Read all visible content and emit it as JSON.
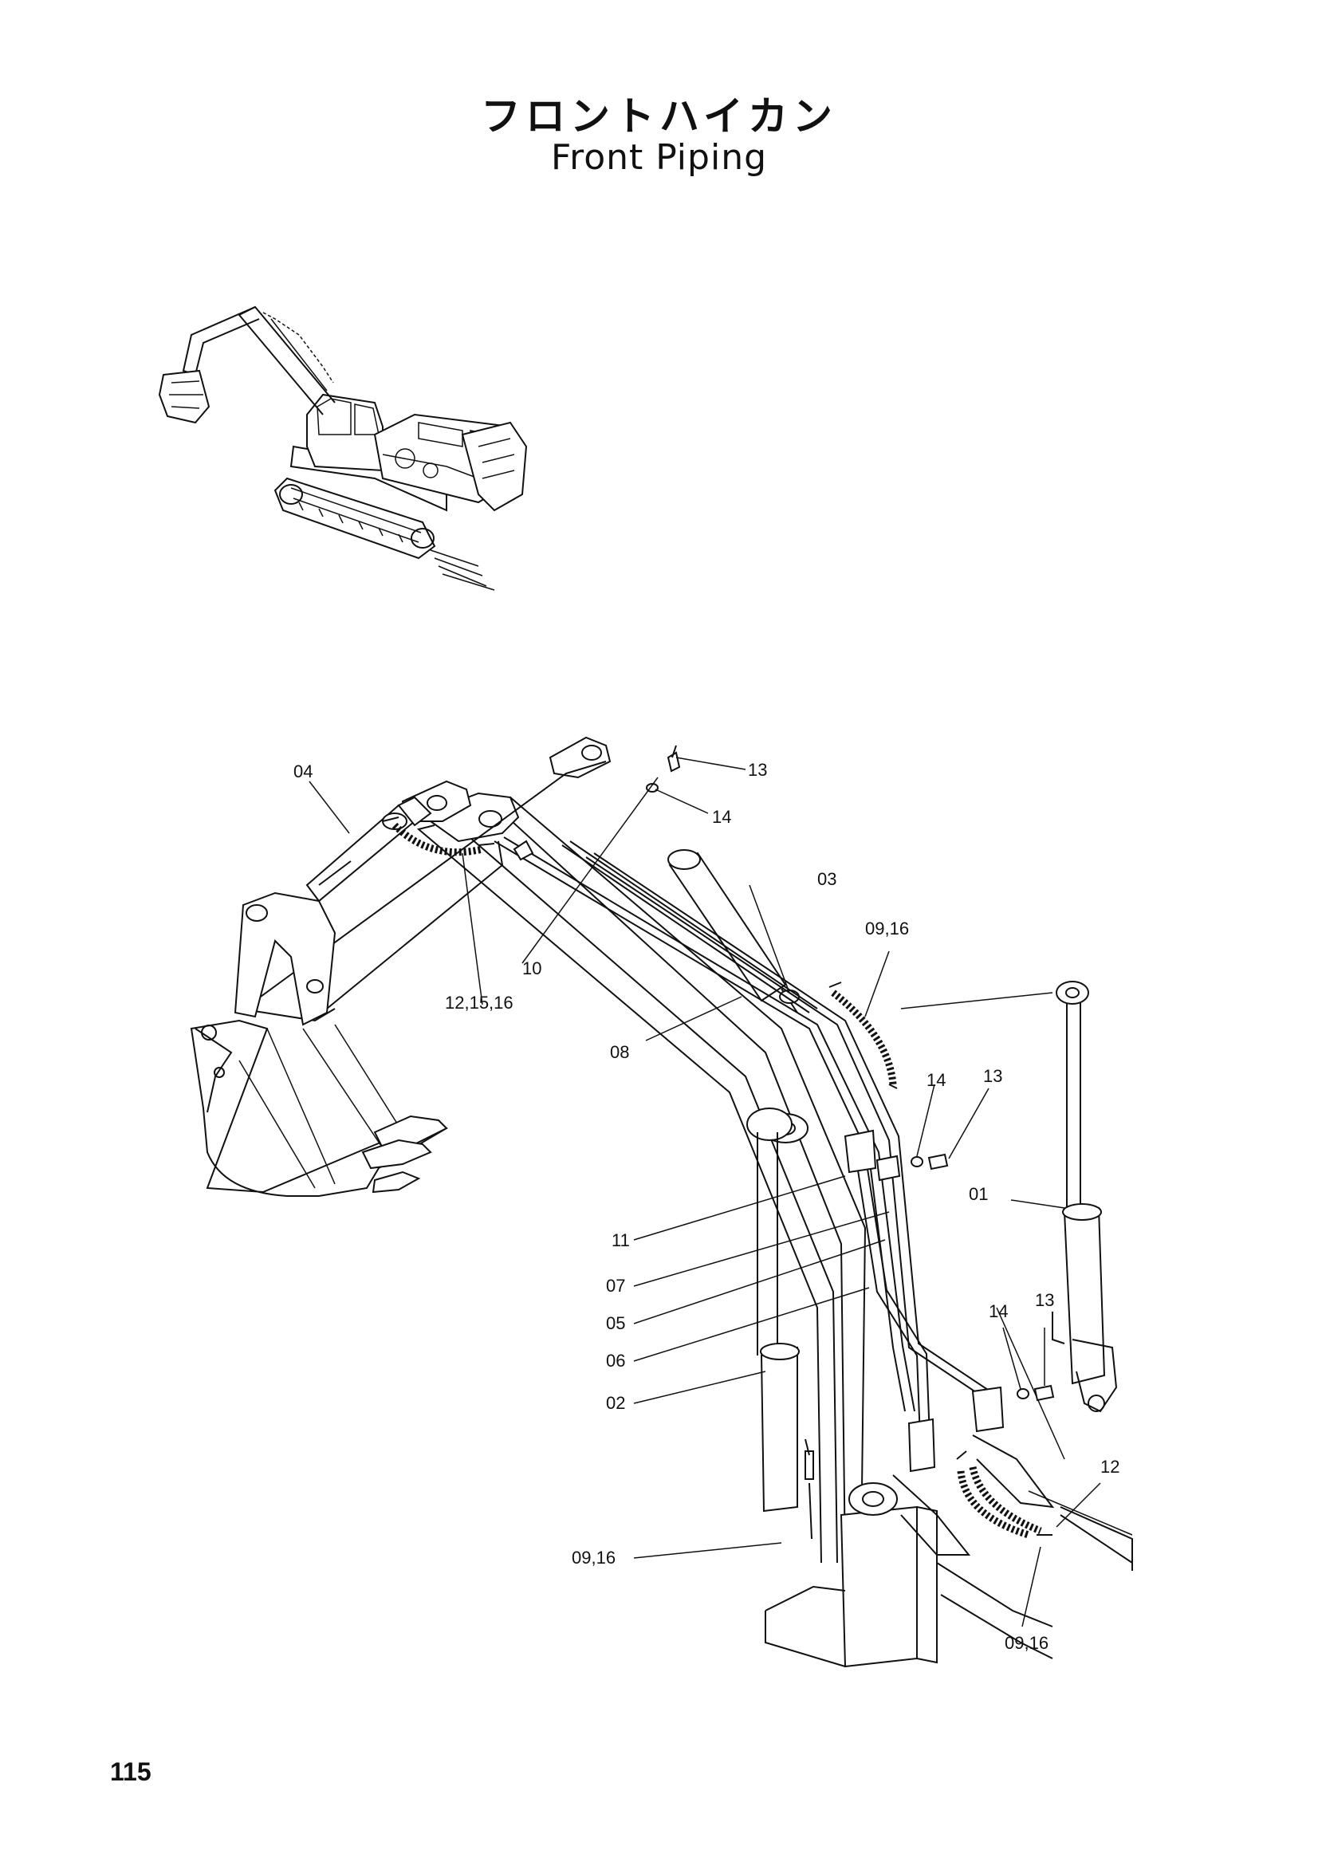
{
  "title": {
    "japanese": "フロントハイカン",
    "english": "Front Piping"
  },
  "page_number": "115",
  "callouts": [
    "04",
    "13",
    "14",
    "03",
    "09,16",
    "12,15,16",
    "10",
    "08",
    "14",
    "13",
    "01",
    "11",
    "07",
    "05",
    "06",
    "02",
    "14",
    "13",
    "12",
    "09,16",
    "09,16"
  ]
}
